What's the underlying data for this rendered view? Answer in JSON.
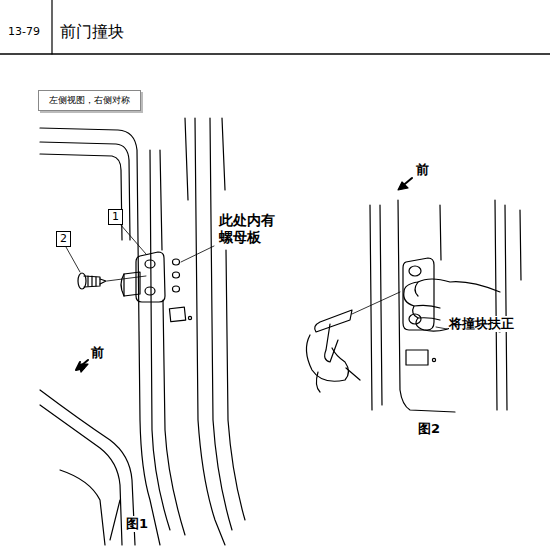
{
  "diagram": {
    "title": "前门撞块",
    "nodes": [
      {
        "text": [
          "左侧视图，右侧对称"
        ]
      },
      {
        "text": [
          "1"
        ]
      },
      {
        "text": [
          "2"
        ]
      }
    ],
    "labels": [
      "13-79",
      "此处内有螺母板",
      "前",
      "前",
      "将撞块扶正",
      "图1",
      "图2"
    ]
  }
}
